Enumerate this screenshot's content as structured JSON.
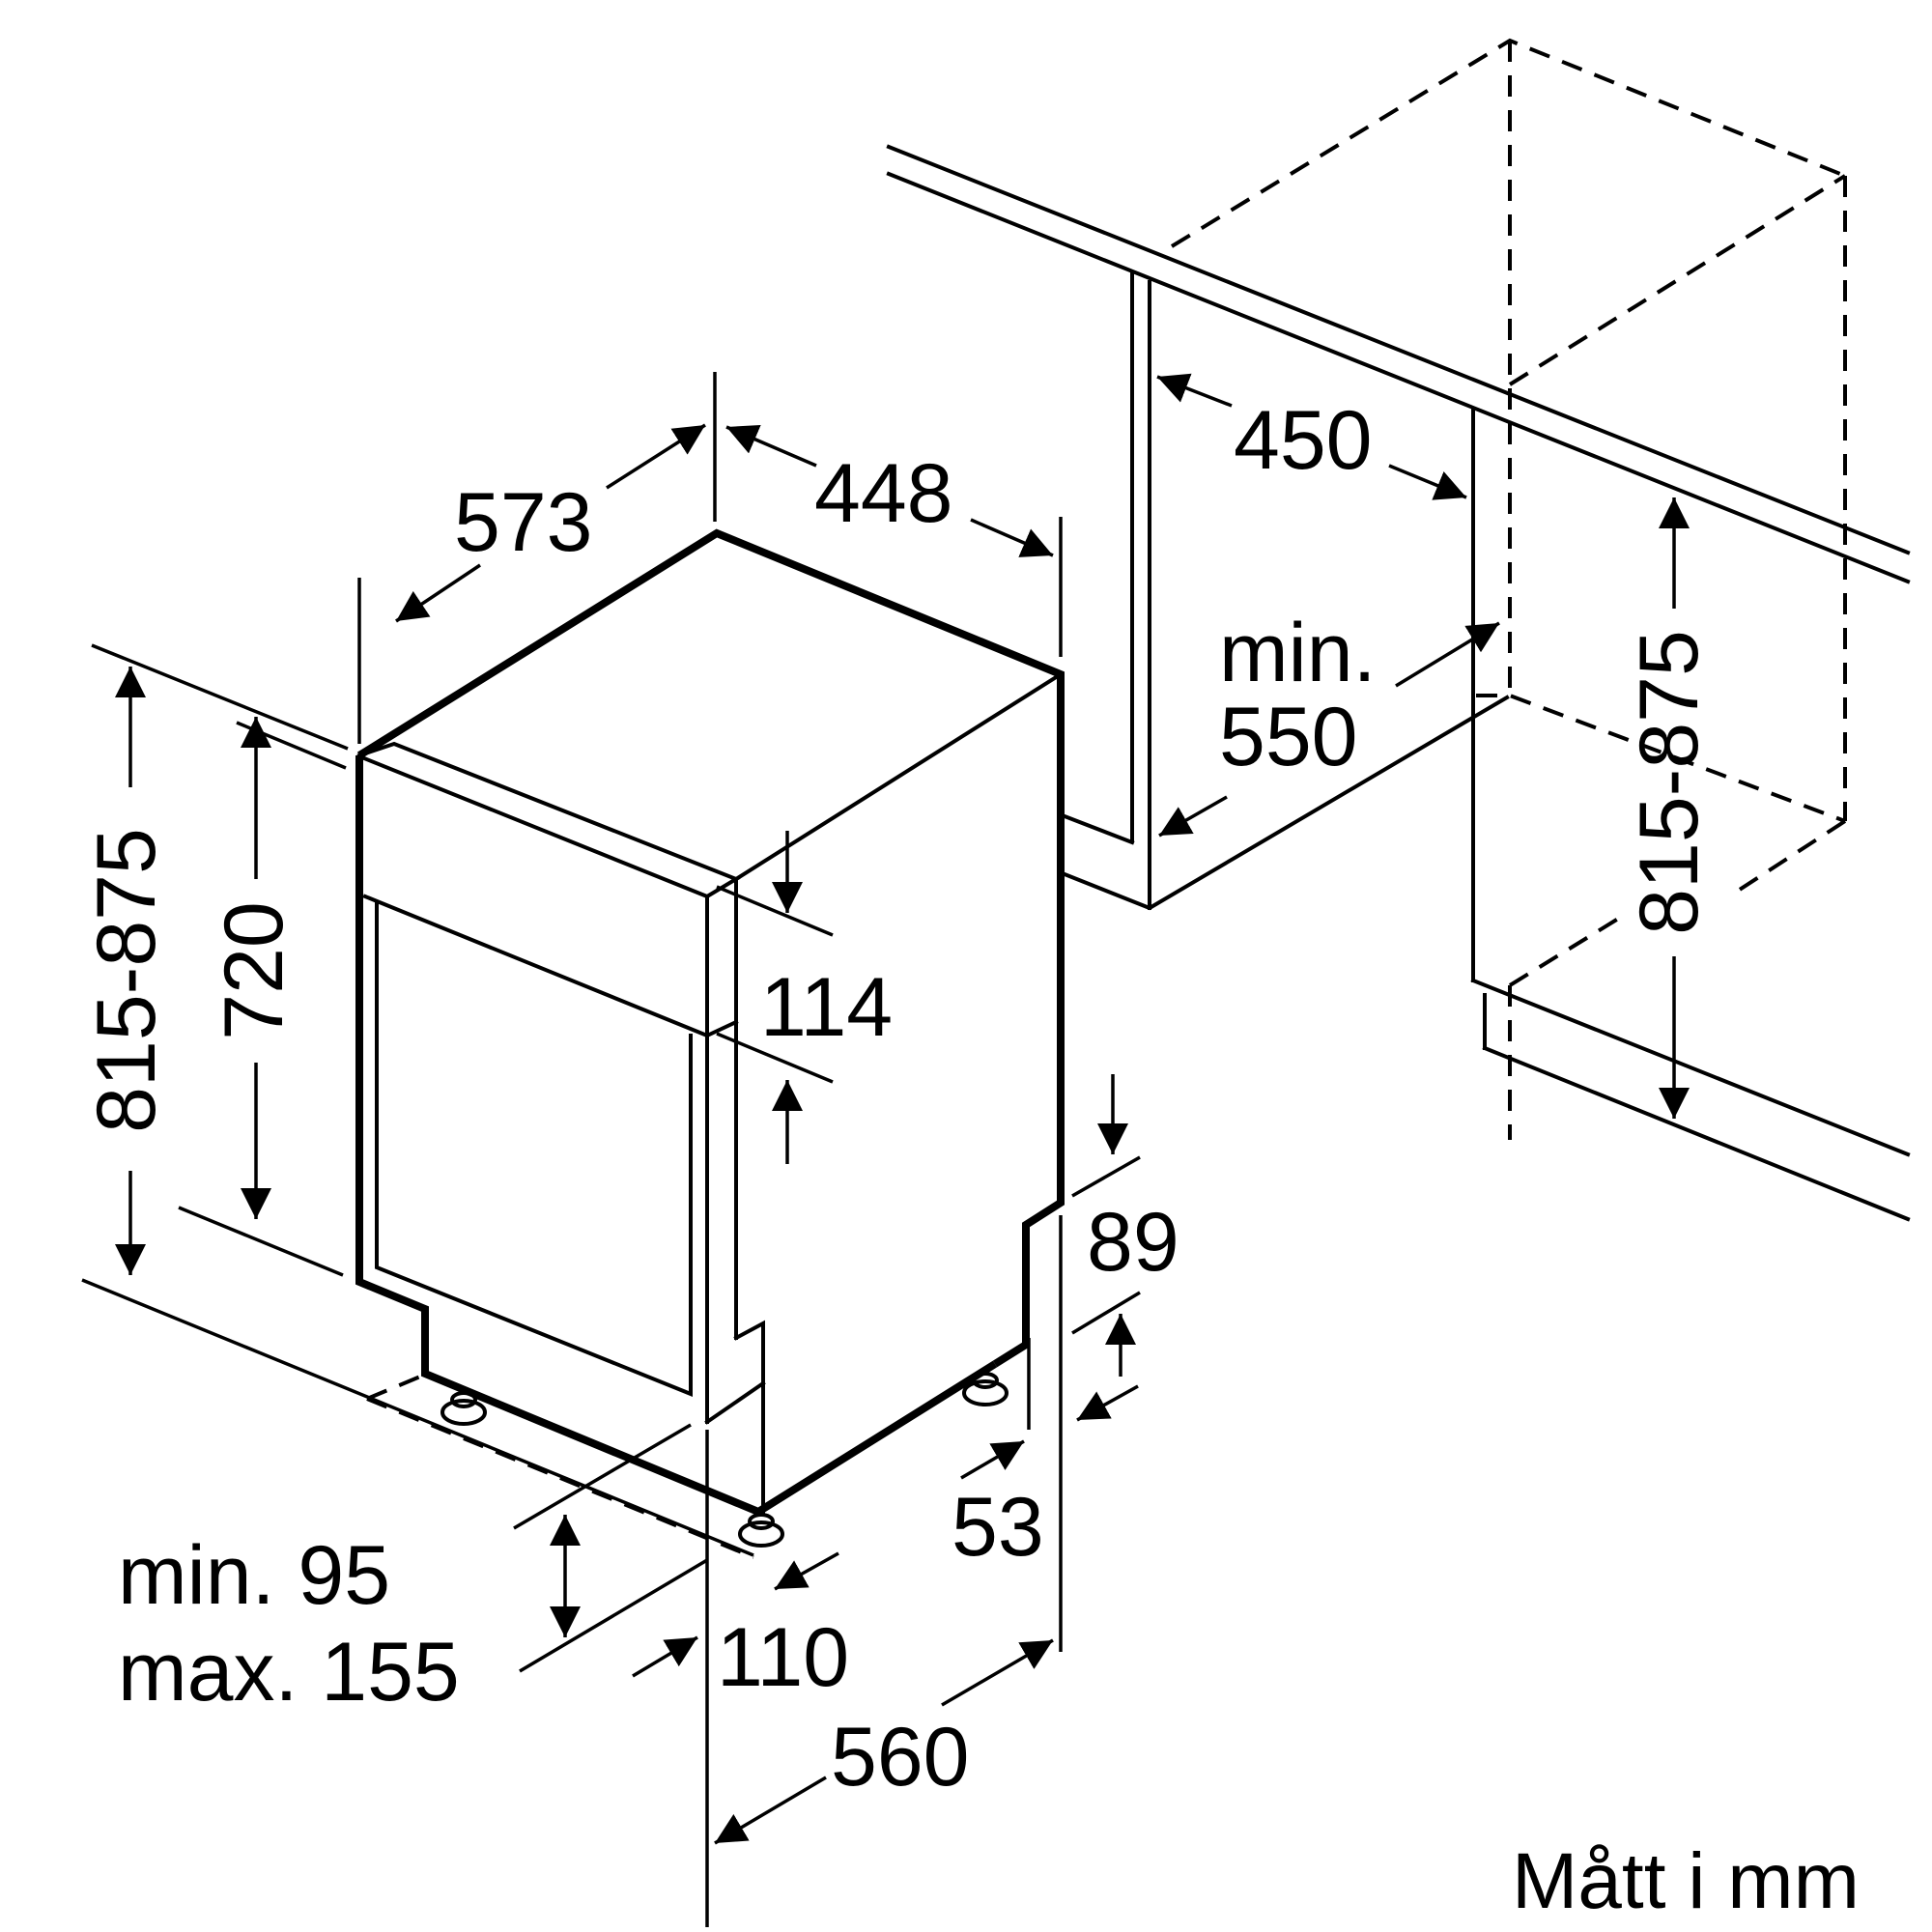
{
  "dimensions": {
    "depth_573": "573",
    "width_448": "448",
    "height_total": "815-875",
    "height_720": "720",
    "panel_114": "114",
    "plinth_89": "89",
    "foot_53": "53",
    "plinth_min": "min. 95",
    "plinth_max": "max. 155",
    "plinth_depth_110": "110",
    "depth_560": "560",
    "niche_width_450": "450",
    "niche_depth_min": "min.",
    "niche_depth_550": "550",
    "niche_height": "815-875"
  },
  "unit_note": "Mått i mm"
}
